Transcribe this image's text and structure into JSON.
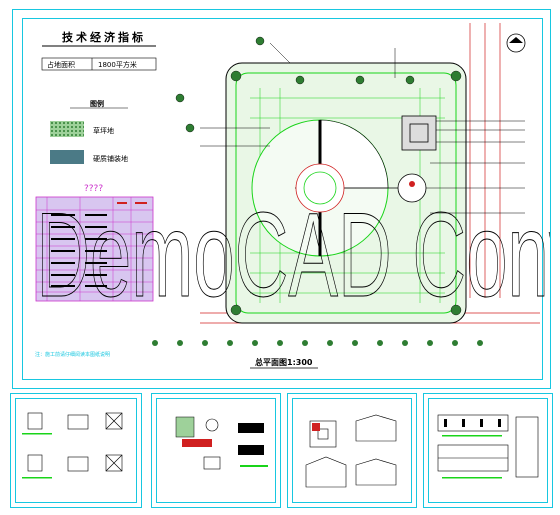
{
  "header": {
    "title": "技术经济指标",
    "site_area_label": "占地面积",
    "site_area_value": "1800平方米"
  },
  "legend": {
    "title": "图例",
    "items": [
      {
        "label": "草坪地",
        "color": "#9ed19a"
      },
      {
        "label": "硬质铺装地",
        "color": "#4b7a86"
      }
    ]
  },
  "table_header_mark": "????",
  "plan_title": "总平面图1:300",
  "watermark": "DemoCAD Converter",
  "note": "注：施工前请仔细阅读本图纸说明",
  "colors": {
    "frame": "#17c7e0",
    "green": "#19d419",
    "magenta": "#cc33cc",
    "red": "#d02020",
    "dark": "#000000"
  }
}
